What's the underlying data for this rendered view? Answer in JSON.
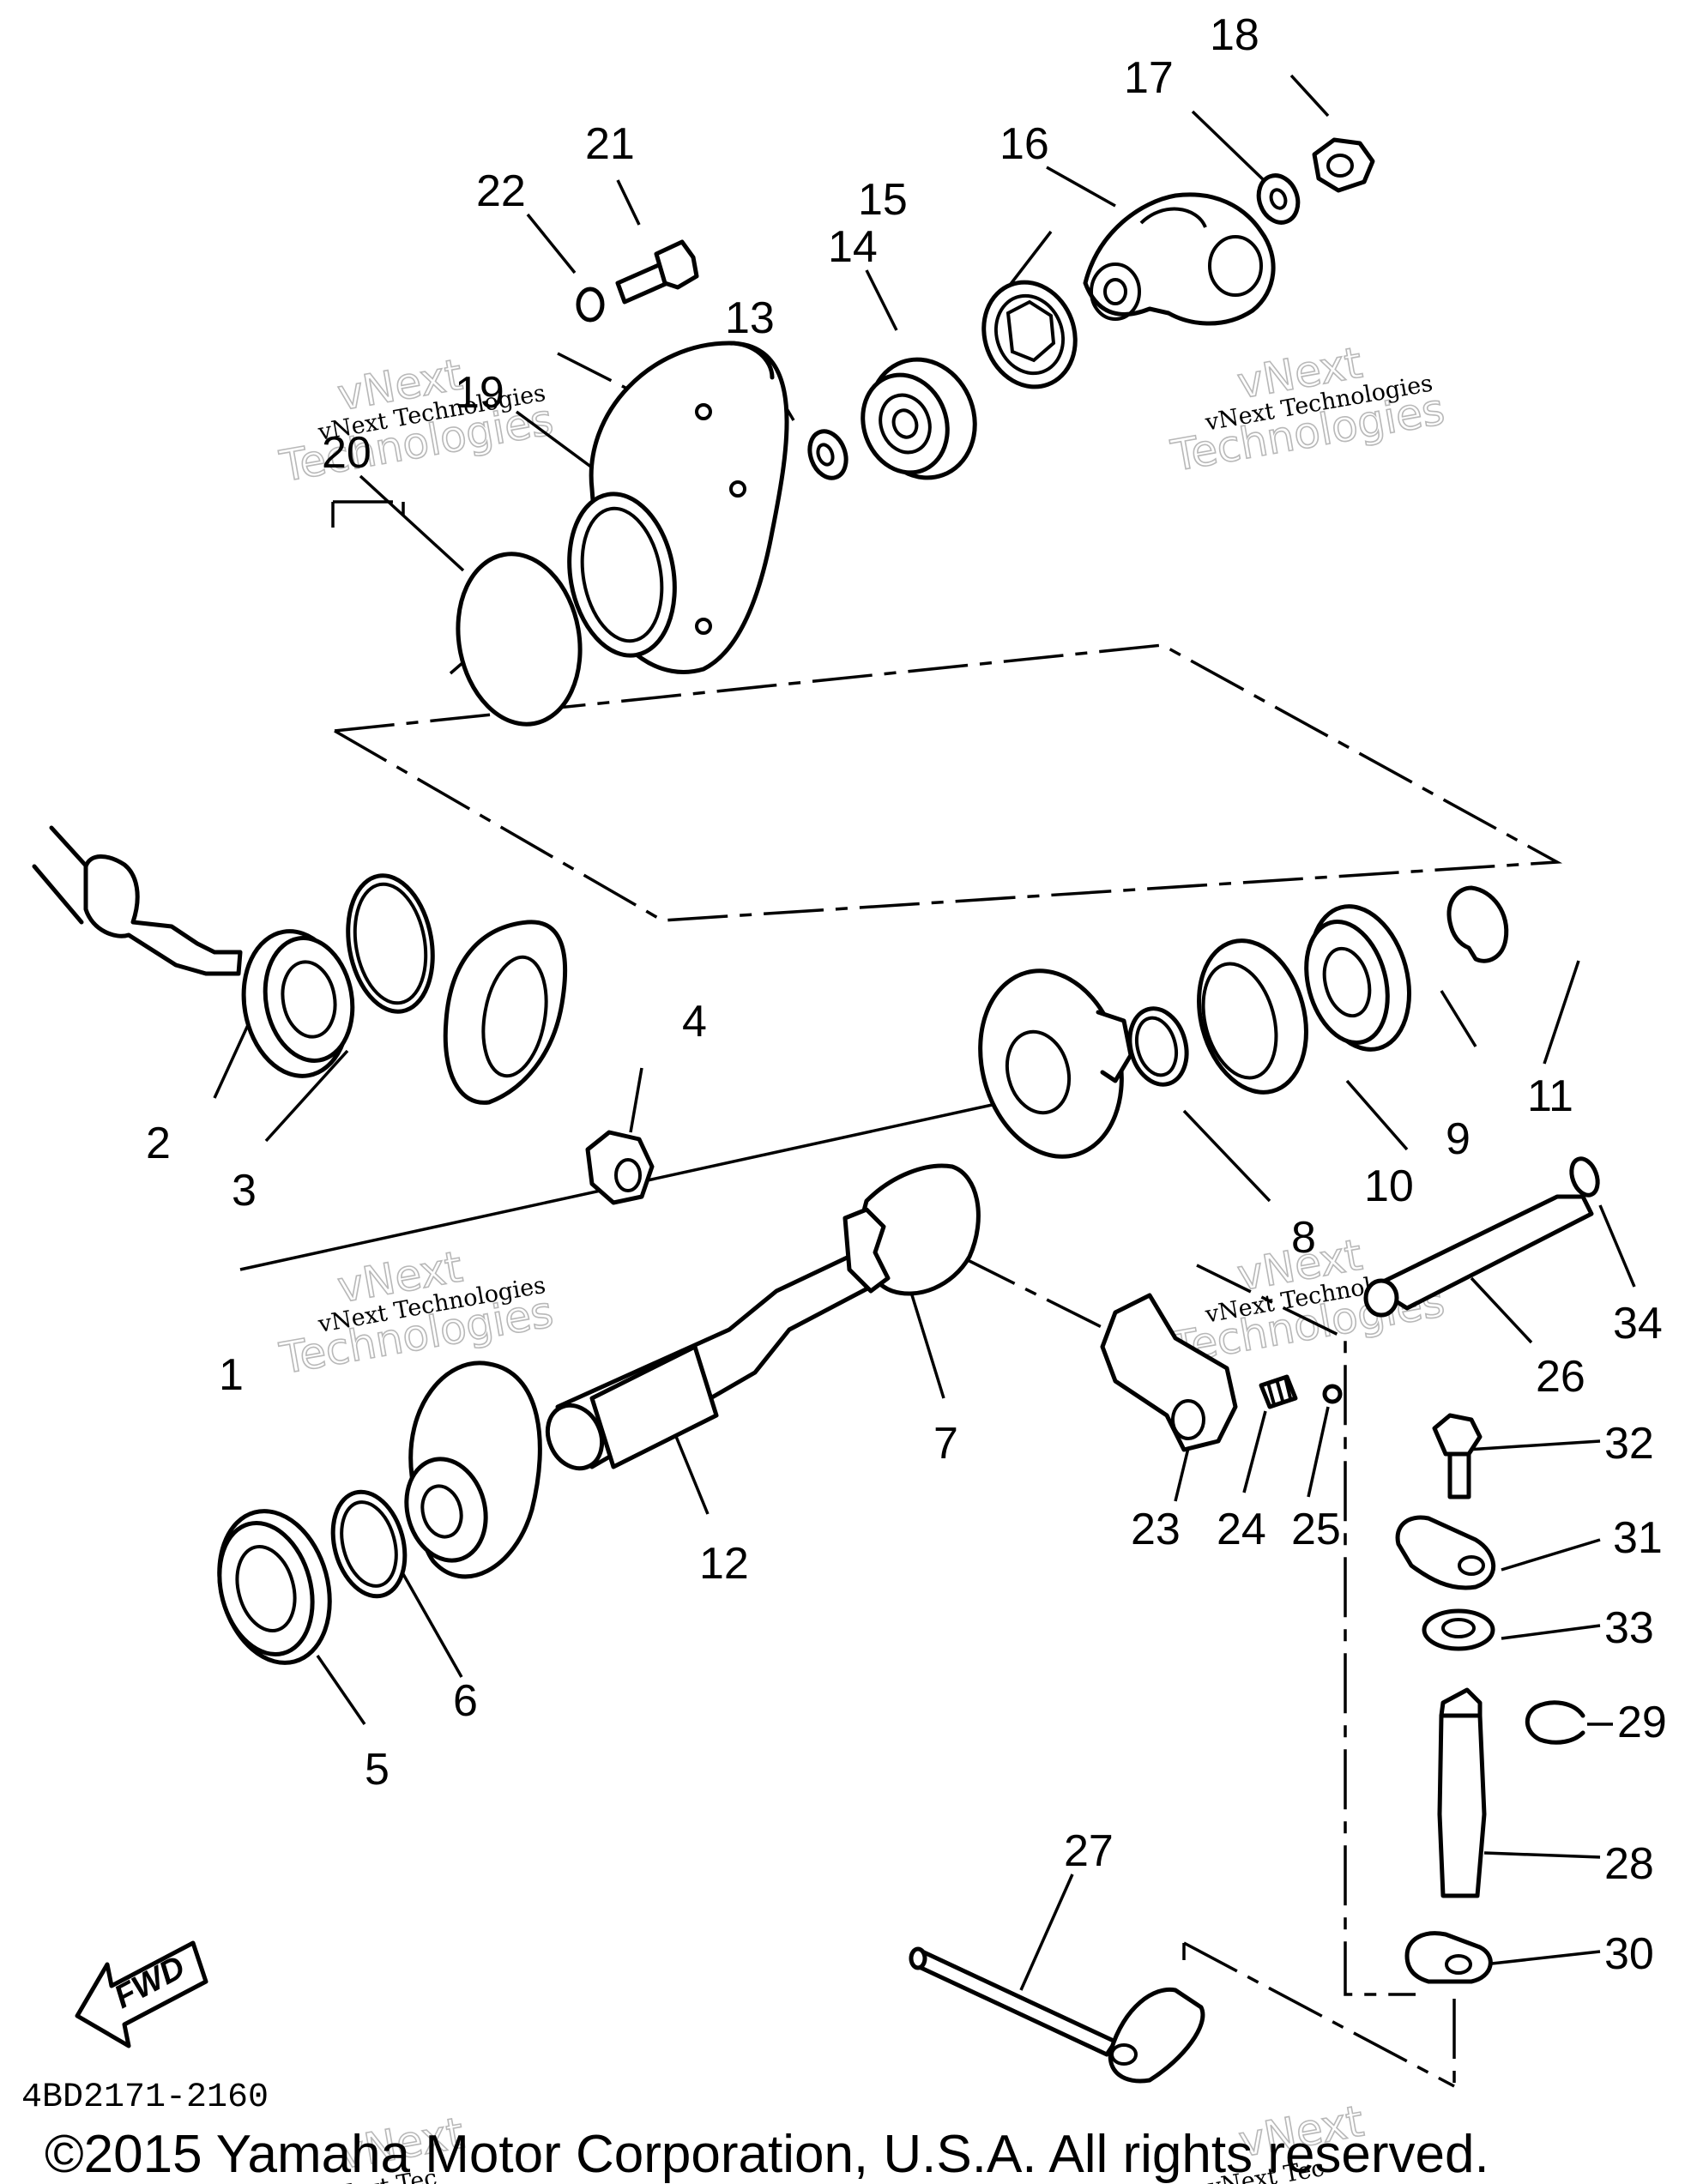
{
  "diagram": {
    "part_numbers": [
      "1",
      "2",
      "3",
      "4",
      "5",
      "6",
      "7",
      "8",
      "9",
      "10",
      "11",
      "12",
      "13",
      "14",
      "15",
      "16",
      "17",
      "18",
      "19",
      "20",
      "21",
      "22",
      "23",
      "24",
      "25",
      "26",
      "27",
      "28",
      "29",
      "30",
      "31",
      "32",
      "33",
      "34"
    ],
    "fwd_label": "FWD",
    "drawing_code": "4BD2171-2160",
    "copyright": "©2015 Yamaha Motor Corporation, U.S.A. All rights reserved.",
    "watermark": {
      "brand_top": "vNext",
      "brand_bottom": "Technologies",
      "company": "vNext Technologies",
      "company_short": "vNext Tec"
    }
  }
}
